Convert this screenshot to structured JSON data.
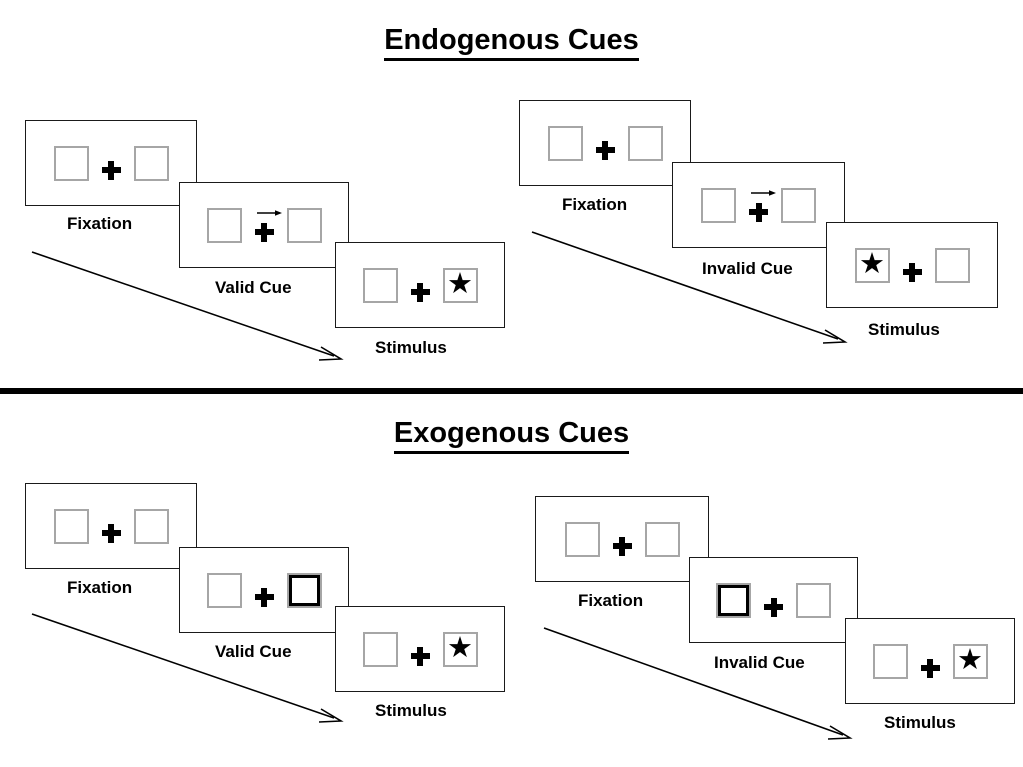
{
  "sections": [
    {
      "title": "Endogenous Cues",
      "cue_type": "arrow",
      "columns": [
        {
          "name": "valid",
          "frames": [
            {
              "label": "Fixation",
              "left_box": "empty",
              "right_box": "empty",
              "cue": "none",
              "arrow_direction": ""
            },
            {
              "label": "Valid Cue",
              "left_box": "empty",
              "right_box": "empty",
              "cue": "arrow",
              "arrow_direction": "right"
            },
            {
              "label": "Stimulus",
              "left_box": "empty",
              "right_box": "star",
              "cue": "none",
              "arrow_direction": ""
            }
          ]
        },
        {
          "name": "invalid",
          "frames": [
            {
              "label": "Fixation",
              "left_box": "empty",
              "right_box": "empty",
              "cue": "none",
              "arrow_direction": ""
            },
            {
              "label": "Invalid Cue",
              "left_box": "empty",
              "right_box": "empty",
              "cue": "arrow",
              "arrow_direction": "right"
            },
            {
              "label": "Stimulus",
              "left_box": "star",
              "right_box": "empty",
              "cue": "none",
              "arrow_direction": ""
            }
          ]
        }
      ]
    },
    {
      "title": "Exogenous Cues",
      "cue_type": "box-highlight",
      "columns": [
        {
          "name": "valid",
          "frames": [
            {
              "label": "Fixation",
              "left_box": "empty",
              "right_box": "empty",
              "cue": "none",
              "arrow_direction": ""
            },
            {
              "label": "Valid Cue",
              "left_box": "empty",
              "right_box": "cued",
              "cue": "none",
              "arrow_direction": ""
            },
            {
              "label": "Stimulus",
              "left_box": "empty",
              "right_box": "star",
              "cue": "none",
              "arrow_direction": ""
            }
          ]
        },
        {
          "name": "invalid",
          "frames": [
            {
              "label": "Fixation",
              "left_box": "empty",
              "right_box": "empty",
              "cue": "none",
              "arrow_direction": ""
            },
            {
              "label": "Invalid Cue",
              "left_box": "cued",
              "right_box": "empty",
              "cue": "none",
              "arrow_direction": ""
            },
            {
              "label": "Stimulus",
              "left_box": "empty",
              "right_box": "star",
              "cue": "none",
              "arrow_direction": ""
            }
          ]
        }
      ]
    }
  ],
  "glyphs": {
    "star": "★"
  },
  "colors": {
    "ink": "#000000",
    "frame_border": "#1a1a1a",
    "box_border": "#a6a6a6",
    "cued_box_border": "#000000",
    "background": "#ffffff",
    "divider": "#000000"
  }
}
